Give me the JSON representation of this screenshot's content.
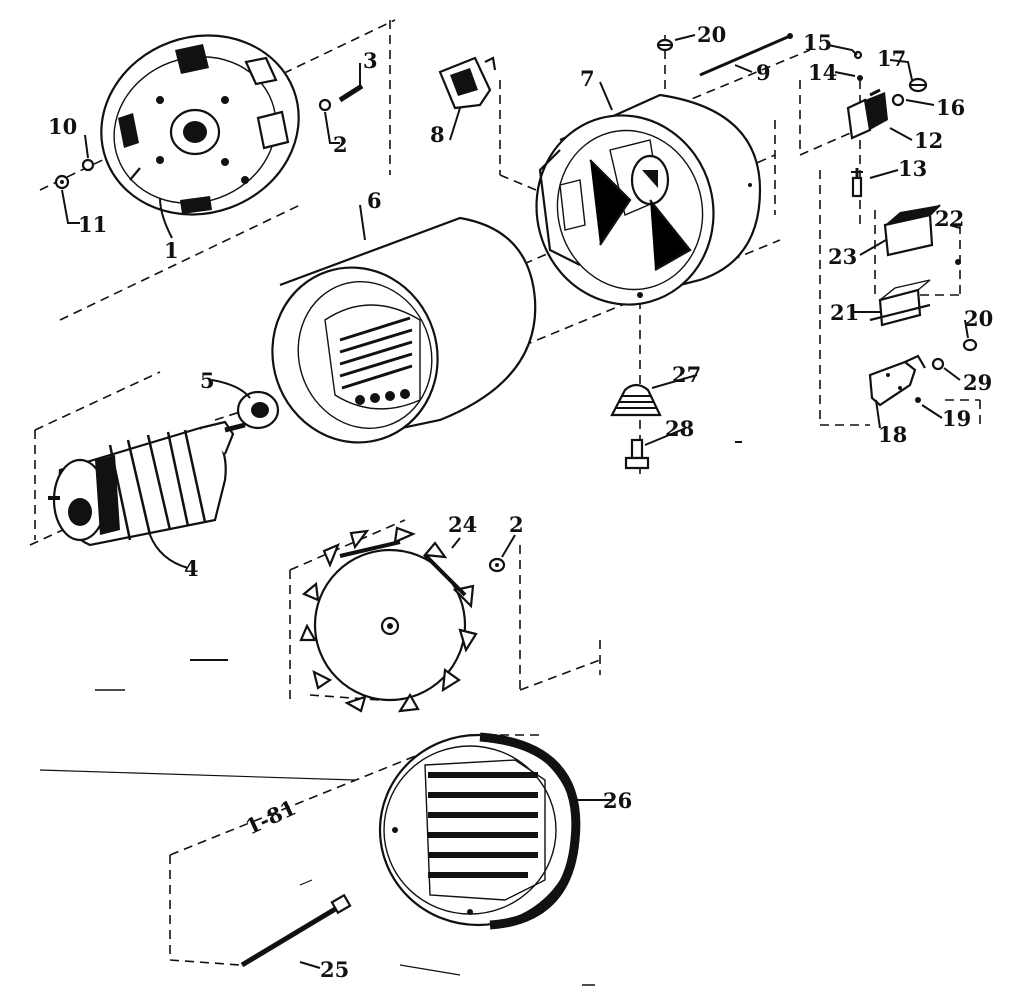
{
  "diagram": {
    "callouts": {
      "p1": "1",
      "p2a": "2",
      "p2b": "2",
      "p3": "3",
      "p4": "4",
      "p5": "5",
      "p6": "6",
      "p7": "7",
      "p8": "8",
      "p9": "9",
      "p10": "10",
      "p11": "11",
      "p12": "12",
      "p13": "13",
      "p14": "14",
      "p15": "15",
      "p16": "16",
      "p17": "17",
      "p18": "18",
      "p19": "19",
      "p20a": "20",
      "p20b": "20",
      "p21": "21",
      "p22": "22",
      "p23": "23",
      "p24": "24",
      "p25": "25",
      "p26": "26",
      "p27": "27",
      "p28": "28",
      "p29": "29"
    },
    "stamp_text": "1-81"
  }
}
